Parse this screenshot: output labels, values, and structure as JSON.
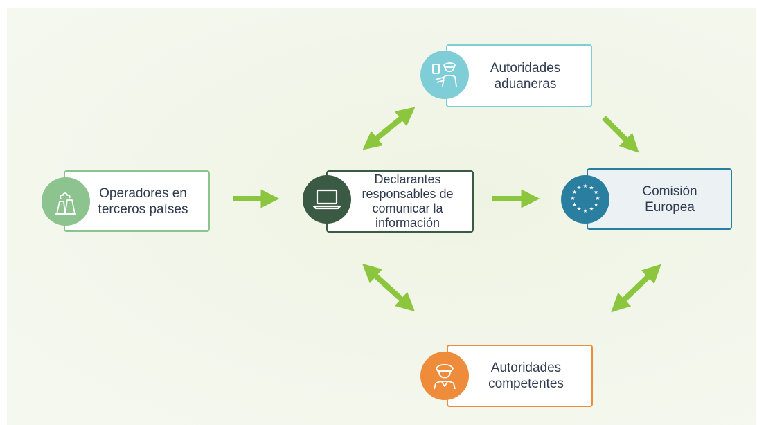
{
  "colors": {
    "green_light": "#8cc38f",
    "green_dark": "#3b5a43",
    "teal": "#2a7fa0",
    "aqua": "#7ecdd7",
    "orange": "#ef8c3c",
    "arrow": "#8cc63f",
    "text": "#2f3b4f"
  },
  "nodes": {
    "operadores": {
      "label": "Operadores en\nterceros países",
      "icon": "factory-icon"
    },
    "declarantes": {
      "label": "Declarantes\nresponsables de\ncomunicar la\ninformación",
      "icon": "laptop-icon"
    },
    "comision": {
      "label": "Comisión\nEuropea",
      "icon": "eu-flag-icon"
    },
    "aduaneras": {
      "label": "Autoridades\naduaneras",
      "icon": "customs-officer-icon"
    },
    "competentes": {
      "label": "Autoridades\ncompetentes",
      "icon": "officer-icon"
    }
  },
  "edges": [
    {
      "from": "operadores",
      "to": "declarantes",
      "direction": "one-way"
    },
    {
      "from": "declarantes",
      "to": "comision",
      "direction": "one-way"
    },
    {
      "from": "aduaneras",
      "to": "comision",
      "direction": "one-way"
    },
    {
      "from": "declarantes",
      "to": "aduaneras",
      "direction": "two-way"
    },
    {
      "from": "declarantes",
      "to": "competentes",
      "direction": "two-way"
    },
    {
      "from": "comision",
      "to": "competentes",
      "direction": "two-way"
    }
  ]
}
